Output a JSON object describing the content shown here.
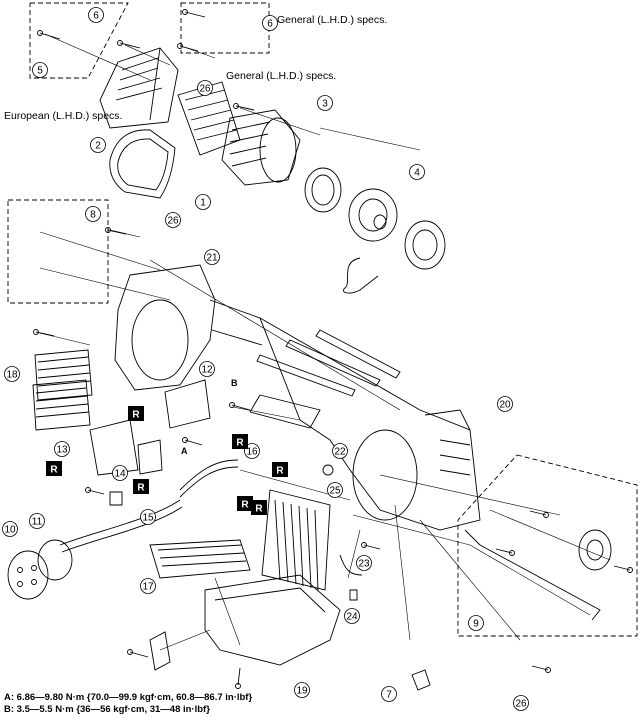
{
  "diagram": {
    "callouts": [
      "1",
      "2",
      "3",
      "4",
      "5",
      "6",
      "6",
      "7",
      "8",
      "9",
      "10",
      "11",
      "12",
      "13",
      "14",
      "15",
      "16",
      "17",
      "18",
      "19",
      "20",
      "21",
      "22",
      "23",
      "24",
      "25",
      "26",
      "26",
      "26"
    ],
    "spec_labels": {
      "european_lhd": "European (L.H.D.) specs.",
      "general_lhd_top": "General (L.H.D.) specs.",
      "general_lhd_mid": "General (L.H.D.) specs."
    },
    "replace_mark": "R",
    "torque_marks": {
      "a": "A",
      "b": "B"
    },
    "torque_legend": {
      "a": "A: 6.86—9.80 N·m {70.0—99.9 kgf·cm, 60.8—86.7 in·lbf}",
      "b": "B: 3.5—5.5 N·m {36—56 kgf·cm, 31—48 in·lbf}"
    }
  }
}
